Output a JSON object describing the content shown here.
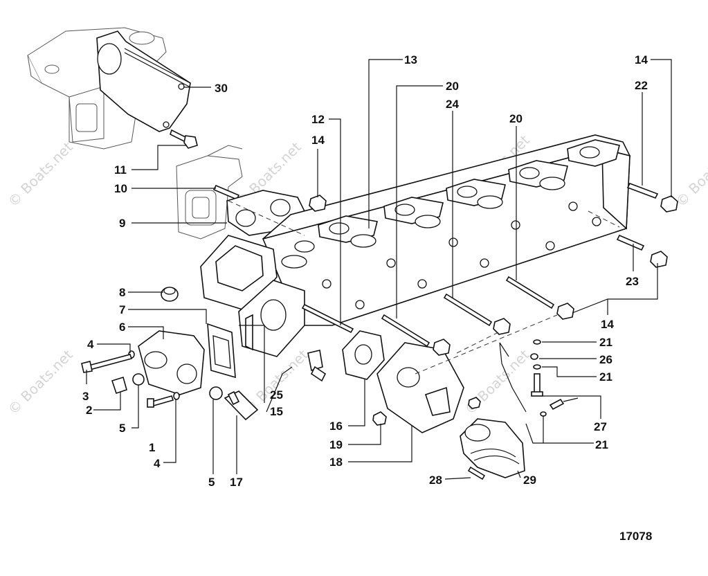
{
  "diagram": {
    "figure_number": "17078",
    "watermark": "© Boats.net",
    "callouts": [
      {
        "id": "c30",
        "label": "30"
      },
      {
        "id": "c11",
        "label": "11"
      },
      {
        "id": "c10",
        "label": "10"
      },
      {
        "id": "c9",
        "label": "9"
      },
      {
        "id": "c12",
        "label": "12"
      },
      {
        "id": "c14a",
        "label": "14"
      },
      {
        "id": "c13",
        "label": "13"
      },
      {
        "id": "c20a",
        "label": "20"
      },
      {
        "id": "c24",
        "label": "24"
      },
      {
        "id": "c20b",
        "label": "20"
      },
      {
        "id": "c14b",
        "label": "14"
      },
      {
        "id": "c22",
        "label": "22"
      },
      {
        "id": "c23",
        "label": "23"
      },
      {
        "id": "c14c",
        "label": "14"
      },
      {
        "id": "c8",
        "label": "8"
      },
      {
        "id": "c7",
        "label": "7"
      },
      {
        "id": "c6",
        "label": "6"
      },
      {
        "id": "c4a",
        "label": "4"
      },
      {
        "id": "c3",
        "label": "3"
      },
      {
        "id": "c2",
        "label": "2"
      },
      {
        "id": "c5a",
        "label": "5"
      },
      {
        "id": "c1",
        "label": "1"
      },
      {
        "id": "c4b",
        "label": "4"
      },
      {
        "id": "c5b",
        "label": "5"
      },
      {
        "id": "c17",
        "label": "17"
      },
      {
        "id": "c25",
        "label": "25"
      },
      {
        "id": "c15",
        "label": "15"
      },
      {
        "id": "c16",
        "label": "16"
      },
      {
        "id": "c19",
        "label": "19"
      },
      {
        "id": "c18",
        "label": "18"
      },
      {
        "id": "c21a",
        "label": "21"
      },
      {
        "id": "c26",
        "label": "26"
      },
      {
        "id": "c21b",
        "label": "21"
      },
      {
        "id": "c27",
        "label": "27"
      },
      {
        "id": "c21c",
        "label": "21"
      },
      {
        "id": "c28",
        "label": "28"
      },
      {
        "id": "c29",
        "label": "29"
      }
    ]
  }
}
